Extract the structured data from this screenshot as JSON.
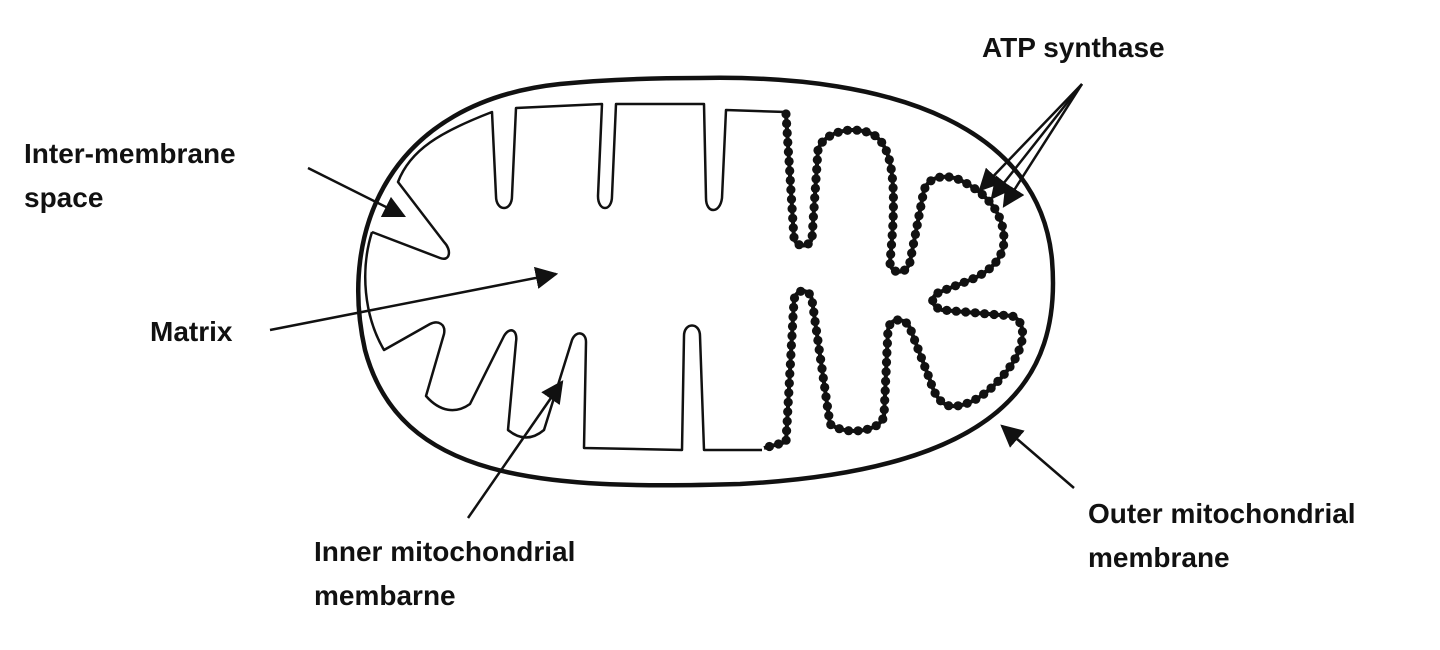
{
  "labels": {
    "atp_synthase": "ATP synthase",
    "intermembrane_space": [
      "Inter-membrane",
      "space"
    ],
    "matrix": "Matrix",
    "inner_membrane": [
      "Inner mitochondrial",
      "membarne"
    ],
    "outer_membrane": [
      "Outer mitochondrial",
      "membrane"
    ]
  },
  "colors": {
    "line": "#111111",
    "background": "#ffffff",
    "atp_synthase_dots": "#111111"
  }
}
